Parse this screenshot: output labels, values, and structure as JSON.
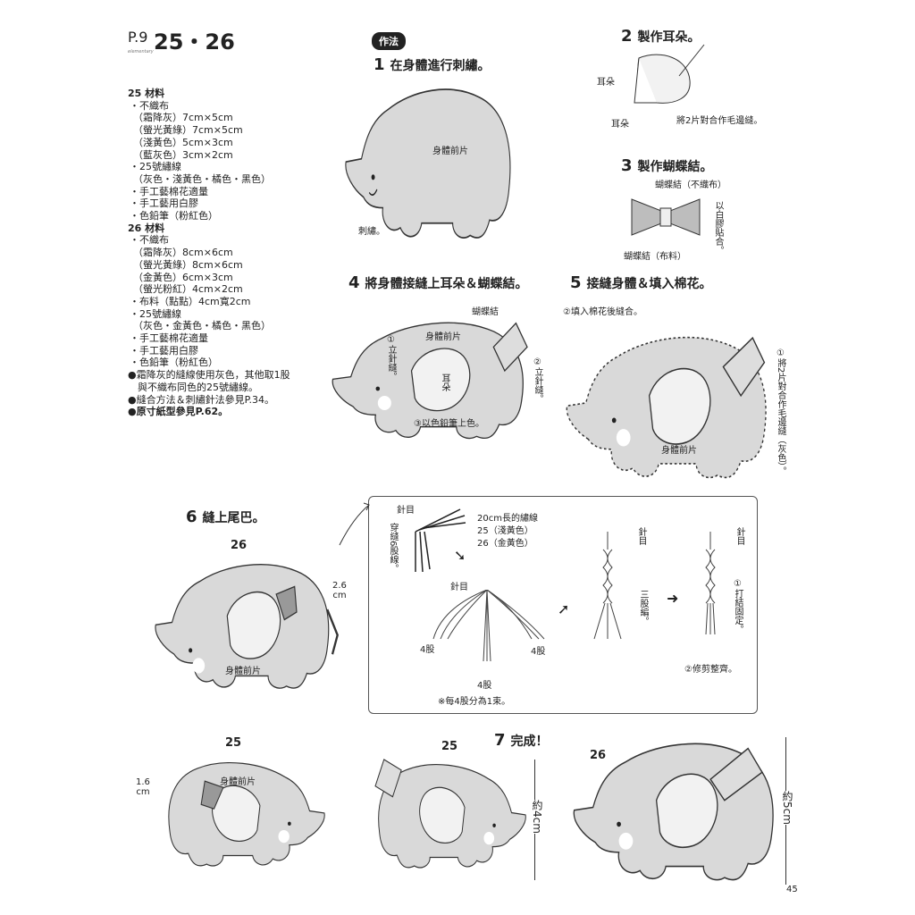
{
  "header": {
    "page_ref": "P.9",
    "title": "25・26",
    "subtitle": "elementary"
  },
  "materials": {
    "m25": {
      "title": "25 材料",
      "lines": [
        "・不織布",
        "（霜降灰）7cm×5cm",
        "（螢光黃綠）7cm×5cm",
        "（淺黃色）5cm×3cm",
        "（藍灰色）3cm×2cm",
        "・25號繡線",
        "（灰色・淺黃色・橘色・黑色）",
        "・手工藝棉花適量",
        "・手工藝用白膠",
        "・色鉛筆（粉紅色）"
      ]
    },
    "m26": {
      "title": "26 材料",
      "lines": [
        "・不織布",
        "（霜降灰）8cm×6cm",
        "（螢光黃綠）8cm×6cm",
        "（金黃色）6cm×3cm",
        "（螢光粉紅）4cm×2cm",
        "・布料（點點）4cm寬2cm",
        "・25號繡線",
        "（灰色・金黃色・橘色・黑色）",
        "・手工藝棉花適量",
        "・手工藝用白膠",
        "・色鉛筆（粉紅色）"
      ]
    },
    "notes": [
      "●霜降灰的縫線使用灰色，其他取1股",
      "與不織布同色的25號繡線。",
      "●縫合方法＆刺繡針法參見P.34。"
    ],
    "note_bold": "●原寸紙型參見P.62。"
  },
  "method_badge": "作法",
  "steps": {
    "s1": {
      "num": "1",
      "title": "在身體進行刺繡。",
      "body": "身體前片",
      "embroidery": "刺繡。"
    },
    "s2": {
      "num": "2",
      "title": "製作耳朵。",
      "ear1": "耳朵",
      "ear2": "耳朵",
      "note": "將2片對合作毛邊縫。"
    },
    "s3": {
      "num": "3",
      "title": "製作蝴蝶結。",
      "bow_felt": "蝴蝶結（不織布）",
      "bow_fabric": "蝴蝶結（布料）",
      "glue": "以白膠貼合。"
    },
    "s4": {
      "num": "4",
      "title": "將身體接縫上耳朵＆蝴蝶結。",
      "bow": "蝴蝶結",
      "body": "身體前片",
      "stitch1": "①立針縫。",
      "stitch2": "②立針縫。",
      "ear": "耳朵",
      "color": "③以色鉛筆上色。"
    },
    "s5": {
      "num": "5",
      "title": "接縫身體＆填入棉花。",
      "fill": "②填入棉花後縫合。",
      "sew": "①將2片對合作毛邊縫（灰色）。",
      "body": "身體前片"
    },
    "s6": {
      "num": "6",
      "title": "縫上尾巴。",
      "label26": "26",
      "body": "身體前片",
      "length_num": "2.6",
      "length_unit": "cm",
      "box": {
        "needle1": "針目",
        "thread": "20cm長的繡線",
        "c25": "25（淺黃色）",
        "c26": "26（金黃色）",
        "six": "穿縫6股線。",
        "needle2": "針目",
        "four_l": "4股",
        "four_r": "4股",
        "four_b": "4股",
        "note": "※每4股分為1束。",
        "needle3": "針目",
        "braid": "三股編。",
        "needle4": "針目",
        "knot": "①打結固定。",
        "trim": "②修剪整齊。"
      }
    },
    "s7": {
      "num": "7",
      "title": "完成！",
      "label25a": "25",
      "label25b": "25",
      "label26": "26",
      "body": "身體前片",
      "tail_num": "1.6",
      "tail_unit": "cm",
      "size4": "約4cm",
      "size5": "約5cm"
    }
  },
  "page_number": "45",
  "colors": {
    "felt": "#d9d9d9",
    "ear": "#f2f2f2",
    "inner": "#a9a9a9",
    "outline": "#333333"
  }
}
